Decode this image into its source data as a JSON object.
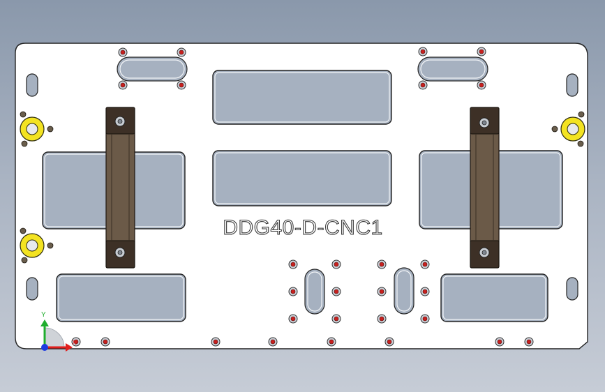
{
  "part": {
    "label": "DDG40-D-CNC1"
  },
  "triad": {
    "y_label": "Y",
    "x_label": "X",
    "y_color": "#1fae2e",
    "x_color": "#e0201e",
    "z_color": "#1e3ce0"
  },
  "colors": {
    "background_top": "#8a98ab",
    "background_bottom": "#c6ccd6",
    "plate": "#ffffff",
    "pocket": "#a6b1c0",
    "clamp": "#6b5a48",
    "locator": "#f3e321",
    "hole_core": "#c8201e"
  },
  "icons": {
    "clamp": "toe-clamp-icon",
    "locator": "locator-ring-icon",
    "hole": "tapped-hole-icon",
    "triad": "coordinate-triad-icon"
  }
}
